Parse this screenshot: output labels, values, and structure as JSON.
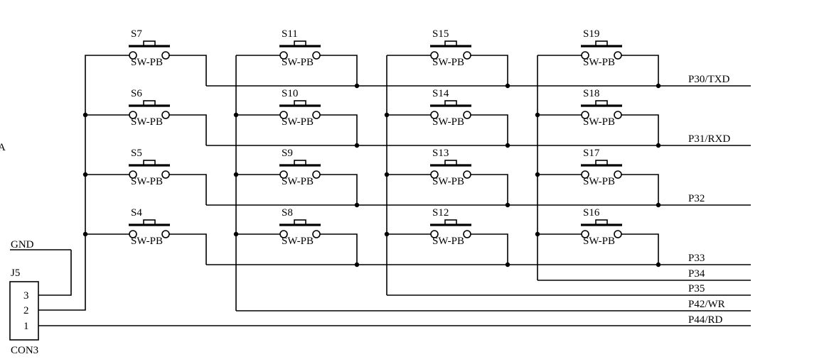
{
  "edge_fragment": "A",
  "connector": {
    "gnd_label": "GND",
    "ref": "J5",
    "part": "CON3",
    "pins": [
      "3",
      "2",
      "1"
    ]
  },
  "rows": [
    {
      "net": "P30/TXD",
      "switches": [
        {
          "ref": "S7",
          "value": "SW-PB"
        },
        {
          "ref": "S11",
          "value": "SW-PB"
        },
        {
          "ref": "S15",
          "value": "SW-PB"
        },
        {
          "ref": "S19",
          "value": "SW-PB"
        }
      ]
    },
    {
      "net": "P31/RXD",
      "switches": [
        {
          "ref": "S6",
          "value": "SW-PB"
        },
        {
          "ref": "S10",
          "value": "SW-PB"
        },
        {
          "ref": "S14",
          "value": "SW-PB"
        },
        {
          "ref": "S18",
          "value": "SW-PB"
        }
      ]
    },
    {
      "net": "P32",
      "switches": [
        {
          "ref": "S5",
          "value": "SW-PB"
        },
        {
          "ref": "S9",
          "value": "SW-PB"
        },
        {
          "ref": "S13",
          "value": "SW-PB"
        },
        {
          "ref": "S17",
          "value": "SW-PB"
        }
      ]
    },
    {
      "net": "P33",
      "switches": [
        {
          "ref": "S4",
          "value": "SW-PB"
        },
        {
          "ref": "S8",
          "value": "SW-PB"
        },
        {
          "ref": "S12",
          "value": "SW-PB"
        },
        {
          "ref": "S16",
          "value": "SW-PB"
        }
      ]
    }
  ],
  "column_nets": [
    "P34",
    "P35",
    "P42/WR"
  ],
  "rd_net": "P44/RD"
}
